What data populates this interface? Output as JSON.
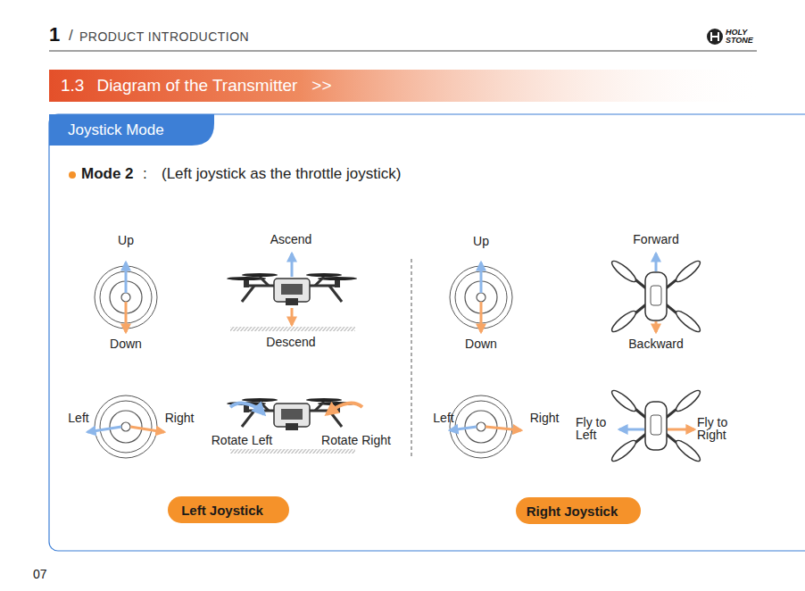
{
  "diagram": {
    "title": "PRODUCT INTRODUCTION",
    "nodes": [
      {
        "text": [
          "1.3",
          "Diagram of the Transmitter",
          ">>"
        ]
      },
      {
        "text": [
          "Joystick Mode"
        ]
      },
      {
        "text": [
          "Left Joystick"
        ]
      },
      {
        "text": [
          "Right Joystick"
        ]
      }
    ],
    "labels": [
      "1",
      "/",
      "HOLY",
      "STONE",
      "Mode 2",
      ":",
      "(Left joystick as the throttle joystick)",
      "Up",
      "Down",
      "Ascend",
      "Descend",
      "Left",
      "Right",
      "Rotate Left",
      "Rotate Right",
      "Up",
      "Down",
      "Forward",
      "Backward",
      "Left",
      "Right",
      "Fly to Left",
      "Fly to Right",
      "07"
    ]
  }
}
